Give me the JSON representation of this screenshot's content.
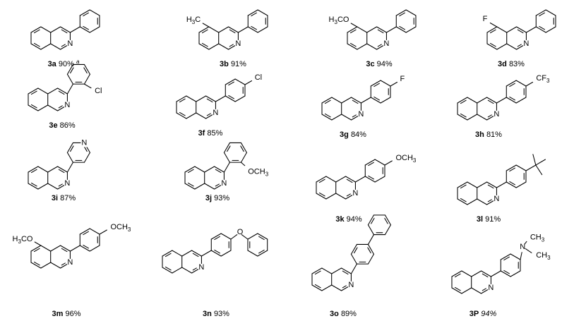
{
  "compounds": [
    {
      "id": "3a",
      "yield": "90%",
      "footnote": "a"
    },
    {
      "id": "3b",
      "yield": "91%",
      "substituent": "H3C"
    },
    {
      "id": "3c",
      "yield": "94%",
      "substituent": "H3CO"
    },
    {
      "id": "3d",
      "yield": "83%",
      "substituent": "F"
    },
    {
      "id": "3e",
      "yield": "86%",
      "substituent": "Cl"
    },
    {
      "id": "3f",
      "yield": "85%",
      "substituent": "Cl"
    },
    {
      "id": "3g",
      "yield": "84%",
      "substituent": "F"
    },
    {
      "id": "3h",
      "yield": "81%",
      "substituent": "CF3"
    },
    {
      "id": "3i",
      "yield": "87%"
    },
    {
      "id": "3j",
      "yield": "93%",
      "substituent": "OCH3"
    },
    {
      "id": "3k",
      "yield": "94%",
      "substituent": "OCH3"
    },
    {
      "id": "3l",
      "yield": "91%"
    },
    {
      "id": "3m",
      "yield": "96%",
      "substituent": "H3CO",
      "substituent2": "OCH3"
    },
    {
      "id": "3n",
      "yield": "93%",
      "substituent": "O"
    },
    {
      "id": "3o",
      "yield": "89%"
    },
    {
      "id": "3P",
      "yield": "94%",
      "substituent": "N",
      "methyl1": "CH3",
      "methyl2": "CH3"
    }
  ],
  "atoms": {
    "nitrogen": "N"
  }
}
